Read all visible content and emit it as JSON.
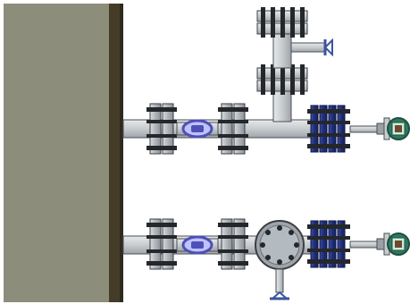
{
  "diagram": {
    "kind": "piping-schematic",
    "colors": {
      "vessel_wall": "#8d8d7b",
      "vessel_edge": "#3d3625",
      "pipe": "#c7cccf",
      "pipe_stroke": "#4a4f55",
      "flange": "#b3bac0",
      "bolt": "#25272b",
      "valve_blue": "#4d50b5",
      "valve_light": "#bfc2ff",
      "manifold_blue": "#1f2f7c",
      "transmitter_green": "#2f7a61",
      "vent_blue": "#3b54a0"
    },
    "lines": [
      {
        "name": "upper-line",
        "components": [
          "flange-pair",
          "ball-valve",
          "flange-pair",
          "tee",
          "flange-pair",
          "valve-manifold",
          "transmitter"
        ],
        "branch": [
          "flange-pair",
          "flange-pair",
          "vent-valve"
        ]
      },
      {
        "name": "lower-line",
        "components": [
          "flange-pair",
          "ball-valve",
          "flange-pair",
          "blind-flange-tee",
          "valve-manifold",
          "transmitter"
        ],
        "branch": [
          "drain-valve"
        ]
      }
    ]
  }
}
